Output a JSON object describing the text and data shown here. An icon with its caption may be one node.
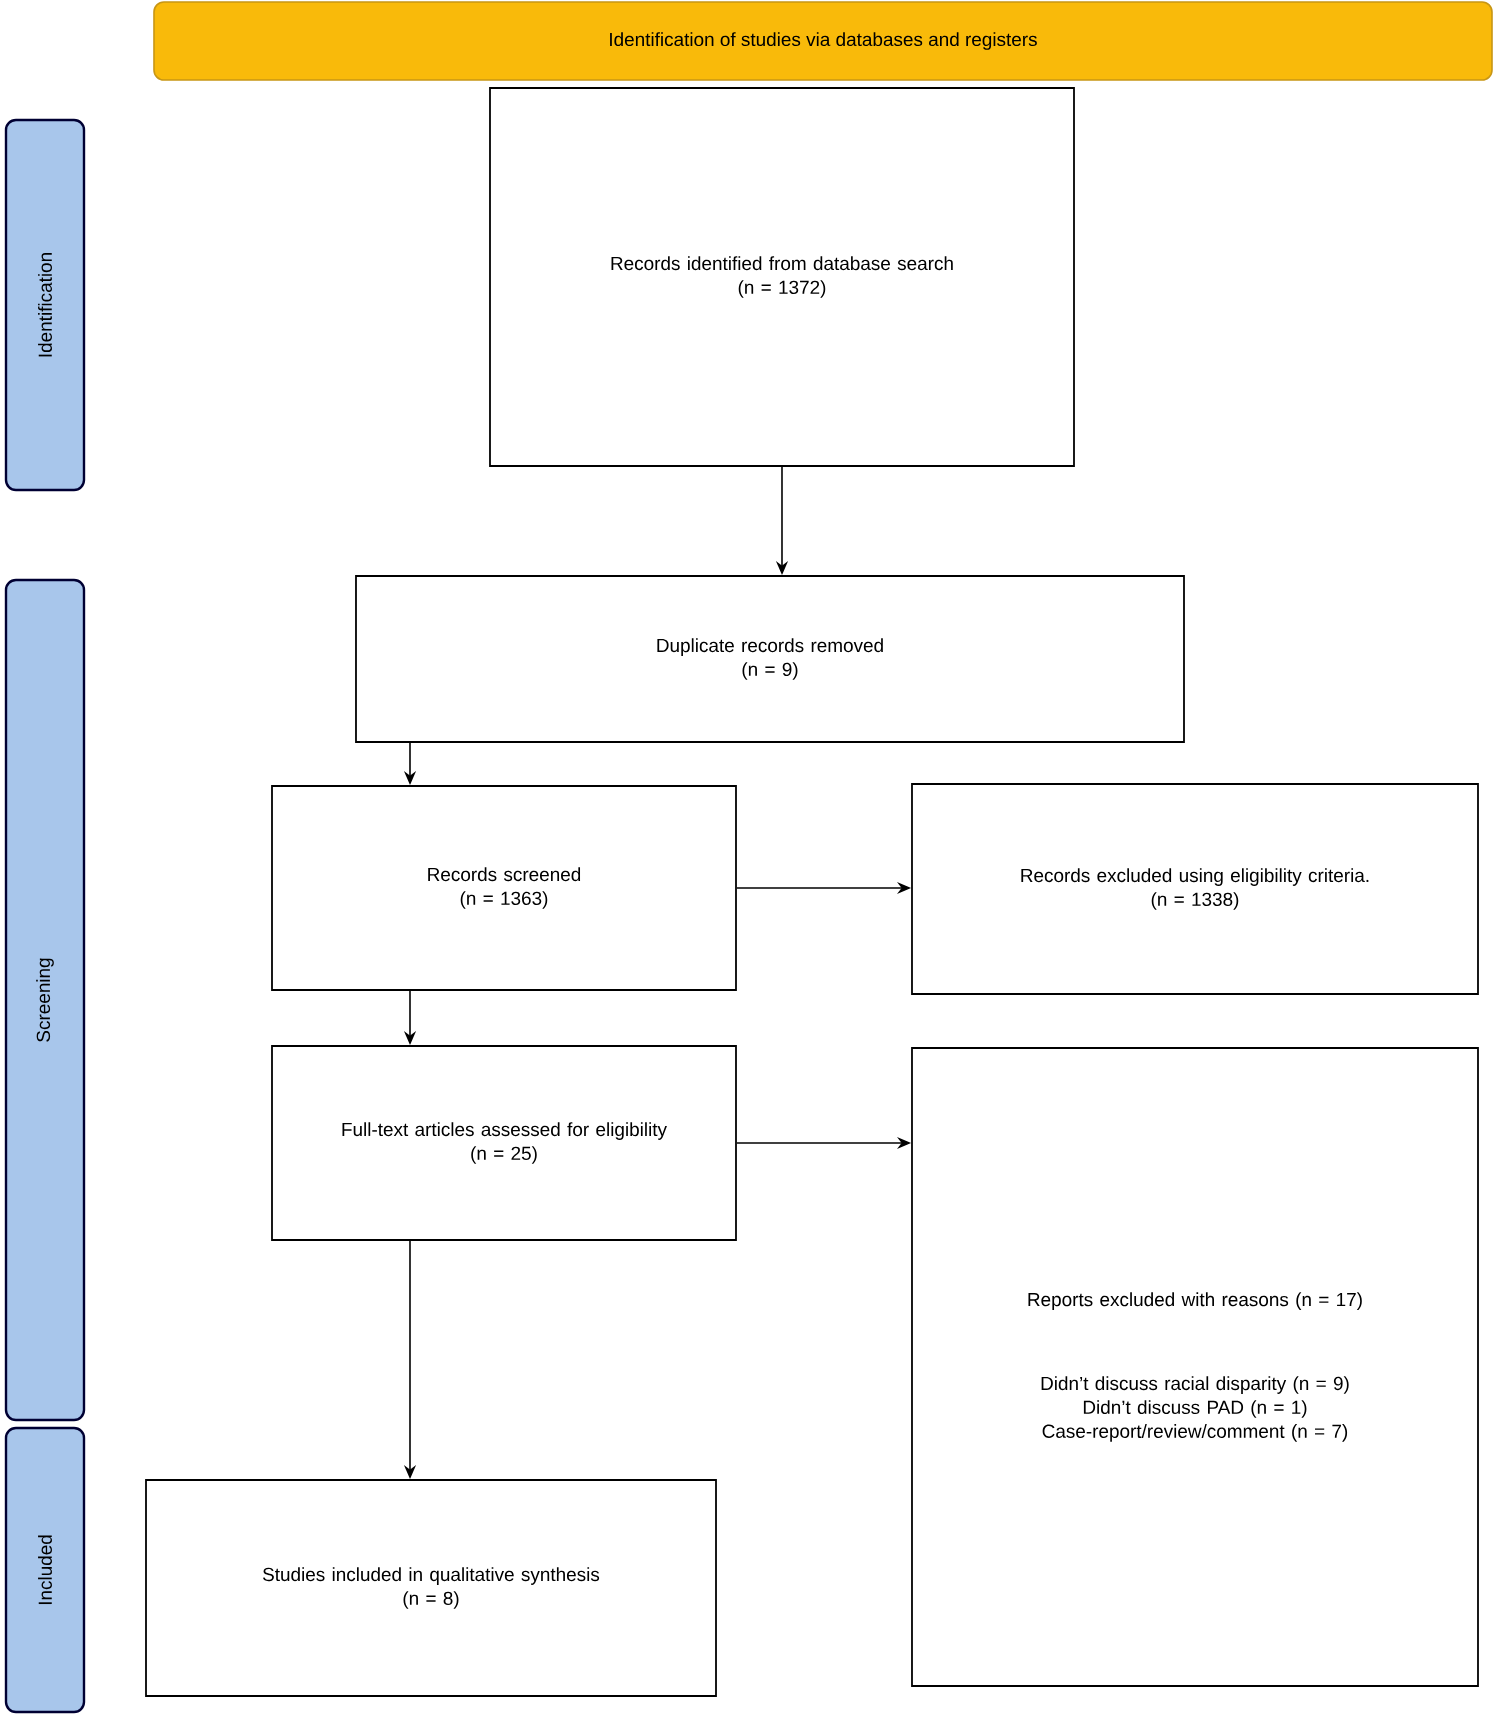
{
  "diagram": {
    "nodes": [
      {
        "text": [
          "Identification of studies via databases and registers"
        ]
      },
      {
        "text": [
          "Identification"
        ]
      },
      {
        "text": [
          "Screening"
        ]
      },
      {
        "text": [
          "Included"
        ]
      },
      {
        "text": [
          "Records identified from database search",
          "(n = 1372)"
        ]
      },
      {
        "text": [
          "Duplicate records removed",
          "(n = 9)"
        ]
      },
      {
        "text": [
          "Records screened",
          "(n = 1363)"
        ]
      },
      {
        "text": [
          "Records excluded using eligibility criteria.",
          "(n = 1338)"
        ]
      },
      {
        "text": [
          "Full-text articles assessed for eligibility",
          "(n = 25)"
        ]
      },
      {
        "text": [
          "Reports excluded with reasons (n = 17)",
          "Didn’t discuss racial disparity (n = 9)",
          "Didn’t discuss PAD (n = 1)",
          "Case-report/review/comment (n = 7)"
        ]
      },
      {
        "text": [
          "Studies included in qualitative synthesis",
          "(n = 8)"
        ]
      }
    ],
    "edges": [
      {
        "from": 4,
        "to": 5,
        "arrow": "to"
      },
      {
        "from": 5,
        "to": 6,
        "arrow": "to"
      },
      {
        "from": 6,
        "to": 7,
        "arrow": "to"
      },
      {
        "from": 6,
        "to": 8,
        "arrow": "to"
      },
      {
        "from": 8,
        "to": 9,
        "arrow": "to"
      },
      {
        "from": 8,
        "to": 10,
        "arrow": "to"
      }
    ]
  }
}
